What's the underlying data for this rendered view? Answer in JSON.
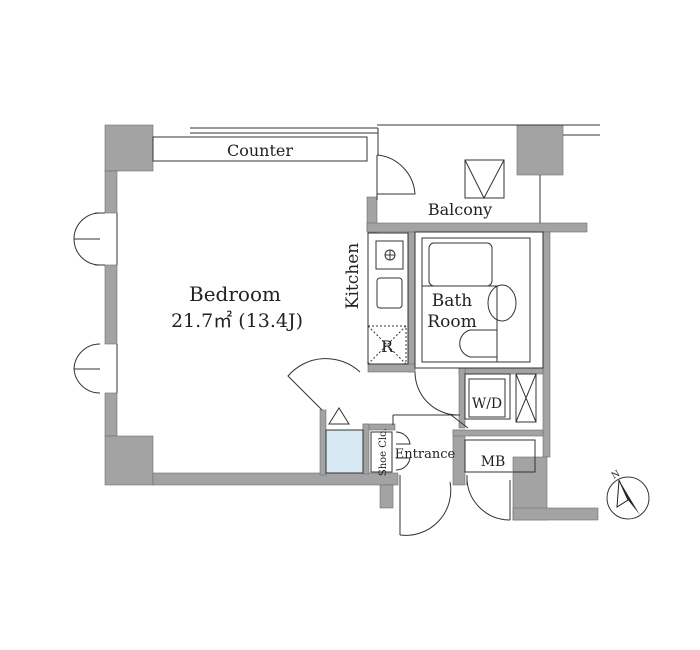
{
  "floor_plan": {
    "rooms": {
      "counter": "Counter",
      "balcony": "Balcony",
      "kitchen": "Kitchen",
      "bedroom": "Bedroom",
      "bedroom_area": "21.7㎡ (13.4J)",
      "bath_line1": "Bath",
      "bath_line2": "Room",
      "refrigerator": "R",
      "washer_dryer": "W/D",
      "shoe_closet": "Shoe Clo.",
      "entrance": "Entrance",
      "meter_box": "MB"
    },
    "compass": {
      "label": "N"
    },
    "colors": {
      "wall": "#a3a3a3",
      "closet_fill": "#d6e8f2"
    }
  }
}
